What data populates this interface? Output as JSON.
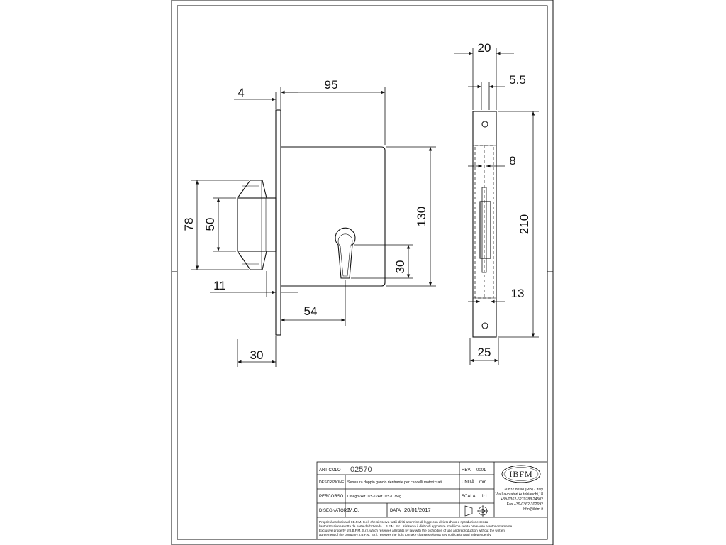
{
  "front_view": {
    "dims": {
      "faceplate_thickness": "4",
      "body_width": "95",
      "body_height": "130",
      "keyhole_height": "30",
      "backset": "54",
      "hook_offset": "11",
      "hook_projection": "30",
      "hook_height_outer": "78",
      "hook_height_inner": "50"
    }
  },
  "side_view": {
    "dims": {
      "width": "20",
      "offset": "5.5",
      "bolt_width": "8",
      "faceplate_height": "210",
      "inner_offset": "13",
      "faceplate_width": "25"
    }
  },
  "title_block": {
    "articolo_label": "ARTICOLO",
    "articolo_value": "02570",
    "rev_label": "REV.",
    "rev_value": "0001",
    "descrizione_label": "DESCRIZIONE",
    "descrizione_value": "Serratura doppio gancio rientrante per cancelli motorizzati",
    "unita_label": "UNITÀ",
    "unita_value": "mm",
    "percorso_label": "PERCORSO",
    "percorso_value": "Disegni/Art.02570/Art.02570.dwg",
    "scala_label": "SCALA",
    "scala_value": "1:1",
    "disegnatore_label": "DISEGNATORE",
    "disegnatore_value": "M.C.",
    "data_label": "DATA",
    "data_value": "20/01/2017",
    "logo_text": "IBFM",
    "company_lines": [
      "20832 desio (MB) - Italy",
      "Via Lavoratori Autobianchi,18",
      "+39-0362-627078/624502",
      "Fax +39-0362-302692",
      "ibfm@ibfm.it"
    ],
    "legal_lines": [
      "Proprietà esclusiva di I.B.F.M. S.r.l. che si riserva tutti i diritti a termine di legge con divieto d'uso e riproduzione senza",
      "l'autorizzazione scritta da parte dell'azienda. I.B.F.M. S.r.l. si riserva il diritto di apportare modifiche senza preavviso e autonomamente.",
      "Exclusive property of I.B.F.M. S.r.l. which reserves all rights by law with the prohibition of use and reproduction without the written",
      "agreement of the company. I.B.F.M. S.r.l. reserves the right to make changes without any notification and independently."
    ]
  }
}
